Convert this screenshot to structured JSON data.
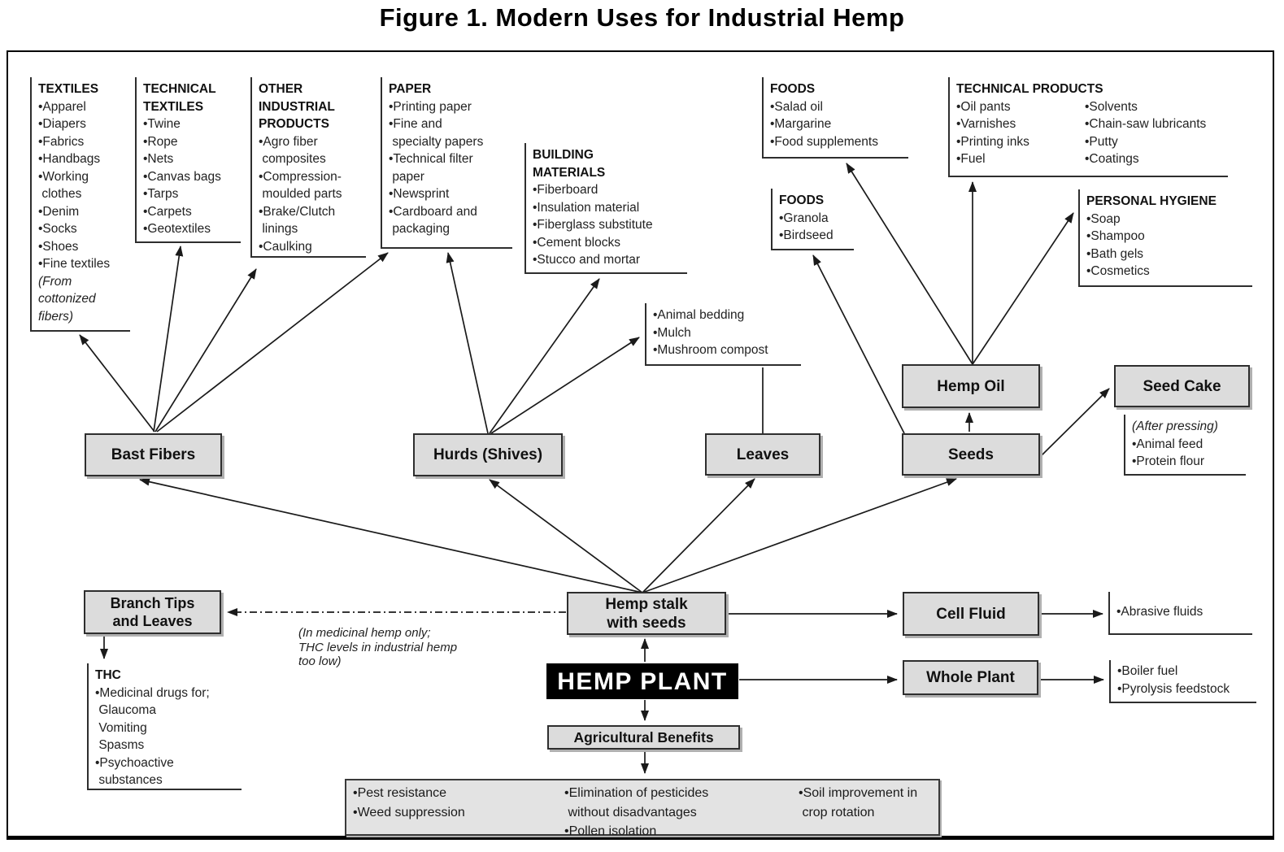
{
  "title": "Figure 1. Modern Uses for Industrial Hemp",
  "nodes": {
    "bast_fibers": {
      "label": "Bast Fibers"
    },
    "hurds": {
      "label": "Hurds (Shives)"
    },
    "leaves": {
      "label": "Leaves"
    },
    "seeds": {
      "label": "Seeds"
    },
    "hemp_oil": {
      "label": "Hemp Oil"
    },
    "seed_cake": {
      "label": "Seed Cake"
    },
    "branch_tips": {
      "label": "Branch Tips\nand Leaves"
    },
    "hemp_stalk": {
      "label": "Hemp stalk\nwith seeds"
    },
    "cell_fluid": {
      "label": "Cell Fluid"
    },
    "whole_plant": {
      "label": "Whole Plant"
    },
    "hemp_plant": {
      "label": "HEMP PLANT"
    },
    "agricultural_benefits": {
      "label": "Agricultural Benefits"
    }
  },
  "lists": {
    "textiles": {
      "heading": "TEXTILES",
      "items": [
        "•Apparel",
        "•Diapers",
        "•Fabrics",
        "•Handbags",
        "•Working\n clothes",
        "•Denim",
        "•Socks",
        "•Shoes",
        "•Fine textiles",
        "(From\ncottonized\nfibers)"
      ]
    },
    "technical_textiles": {
      "heading": "TECHNICAL\nTEXTILES",
      "items": [
        "•Twine",
        "•Rope",
        "•Nets",
        "•Canvas bags",
        "•Tarps",
        "•Carpets",
        "•Geotextiles"
      ]
    },
    "other_industrial": {
      "heading": "OTHER\nINDUSTRIAL\nPRODUCTS",
      "items": [
        "•Agro fiber\n composites",
        "•Compression-\n moulded parts",
        "•Brake/Clutch\n linings",
        "•Caulking"
      ]
    },
    "paper": {
      "heading": "PAPER",
      "items": [
        "•Printing paper",
        "•Fine and\n specialty papers",
        "•Technical filter\n paper",
        "•Newsprint",
        "•Cardboard and\n packaging"
      ]
    },
    "building_materials": {
      "heading": "BUILDING\nMATERIALS",
      "items": [
        "•Fiberboard",
        "•Insulation material",
        "•Fiberglass substitute",
        "•Cement blocks",
        "•Stucco and mortar"
      ]
    },
    "hurds_other": {
      "items": [
        "•Animal bedding",
        "•Mulch",
        "•Mushroom compost"
      ]
    },
    "foods_oil": {
      "heading": "FOODS",
      "items": [
        "•Salad oil",
        "•Margarine",
        "•Food supplements"
      ]
    },
    "foods_seed": {
      "heading": "FOODS",
      "items": [
        "•Granola",
        "•Birdseed"
      ]
    },
    "technical_products": {
      "heading": "TECHNICAL PRODUCTS",
      "col1": [
        "•Oil pants",
        "•Varnishes",
        "•Printing inks",
        "•Fuel"
      ],
      "col2": [
        "•Solvents",
        "•Chain-saw lubricants",
        "•Putty",
        "•Coatings"
      ]
    },
    "personal_hygiene": {
      "heading": "PERSONAL HYGIENE",
      "items": [
        "•Soap",
        "•Shampoo",
        "•Bath gels",
        "•Cosmetics"
      ]
    },
    "seed_cake_uses": {
      "items": [
        "(After pressing)",
        "•Animal feed",
        "•Protein flour"
      ]
    },
    "thc": {
      "heading": "THC",
      "items": [
        "•Medicinal drugs for;\n Glaucoma\n Vomiting\n Spasms",
        "•Psychoactive\n substances"
      ]
    },
    "cell_fluid_uses": {
      "items": [
        "•Abrasive fluids"
      ]
    },
    "whole_plant_uses": {
      "items": [
        "•Boiler fuel",
        "•Pyrolysis feedstock"
      ]
    }
  },
  "notes": {
    "medicinal": "(In medicinal hemp only;\nTHC levels in industrial hemp\ntoo low)"
  },
  "benefits": {
    "col1": [
      "•Pest resistance",
      "•Weed suppression"
    ],
    "col2": [
      "•Elimination of pesticides\n without disadvantages",
      "•Pollen isolation"
    ],
    "col3": [
      "•Soil improvement in\n crop rotation"
    ]
  },
  "colors": {
    "node_fill": "#dcdcdc",
    "node_border": "#2e2e2e",
    "hemp_plant_bg": "#000000",
    "hemp_plant_text": "#ffffff",
    "benefits_fill": "#e3e3e3",
    "line": "#1a1a1a"
  }
}
